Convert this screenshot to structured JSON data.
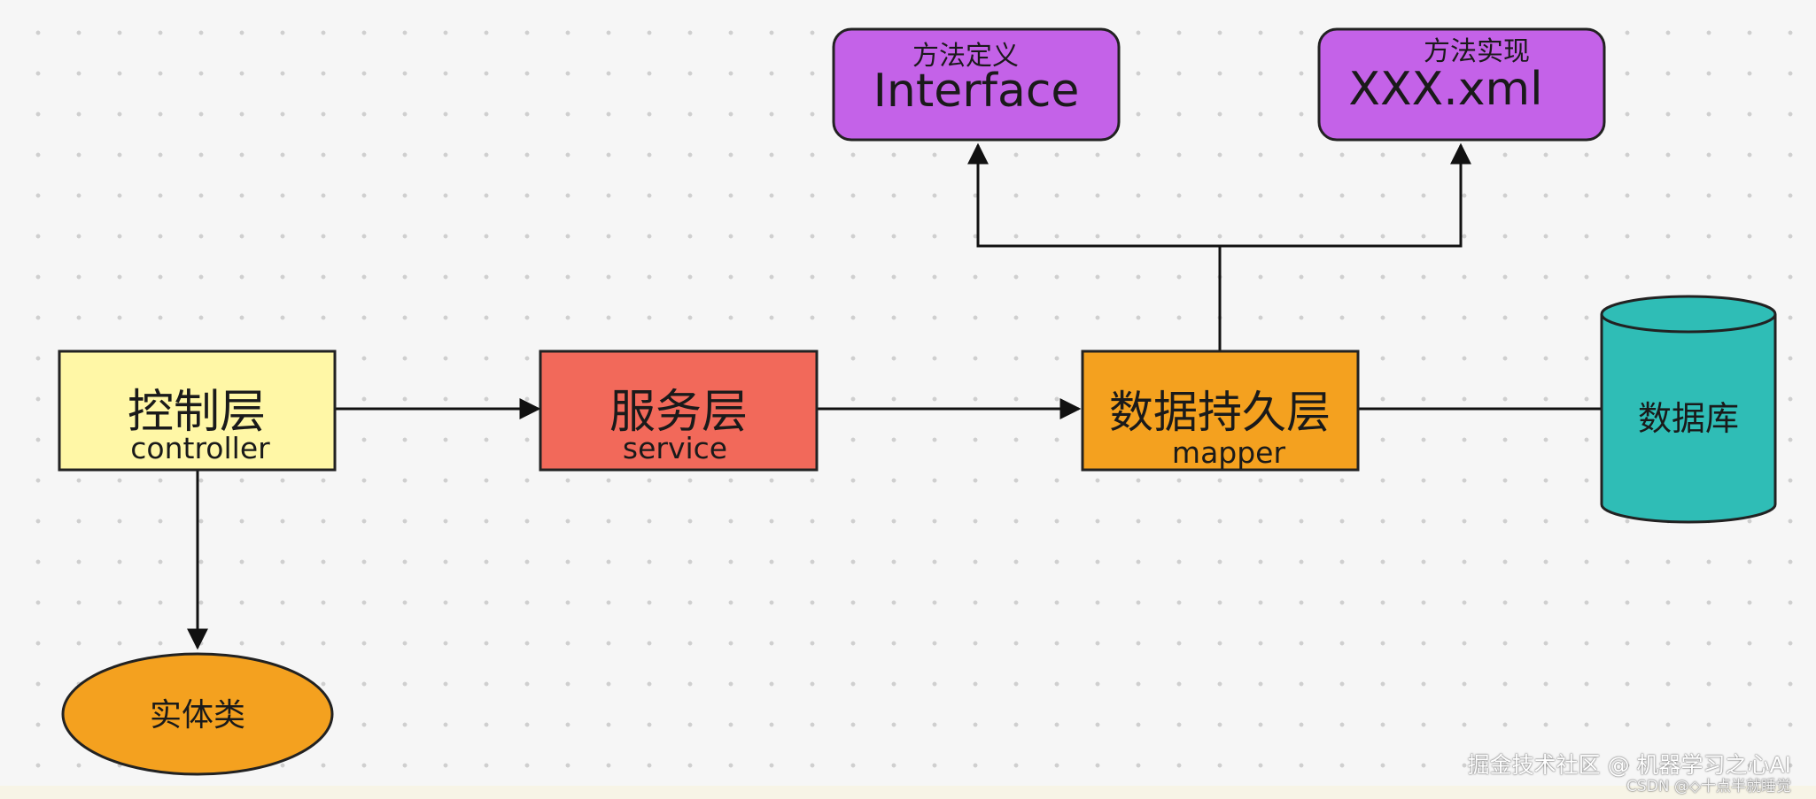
{
  "diagram": {
    "controller": {
      "title": "控制层",
      "subtitle": "controller"
    },
    "service": {
      "title": "服务层",
      "subtitle": "service"
    },
    "mapper": {
      "title": "数据持久层",
      "subtitle": "mapper"
    },
    "interface_box": {
      "caption": "方法定义",
      "title": "Interface"
    },
    "xml_box": {
      "caption": "方法实现",
      "title": "XXX.xml"
    },
    "database": {
      "title": "数据库"
    },
    "entity": {
      "title": "实体类"
    }
  },
  "watermark": {
    "line1": "掘金技术社区 @ 机器学习之心AI",
    "line2": "CSDN @◇十点半就睡觉"
  },
  "colors": {
    "controller_fill": "#fff7a6",
    "service_fill": "#f2695a",
    "mapper_fill": "#f4a11f",
    "purple_fill": "#c462e8",
    "database_fill": "#2fbdb6",
    "entity_fill": "#f4a11f"
  }
}
